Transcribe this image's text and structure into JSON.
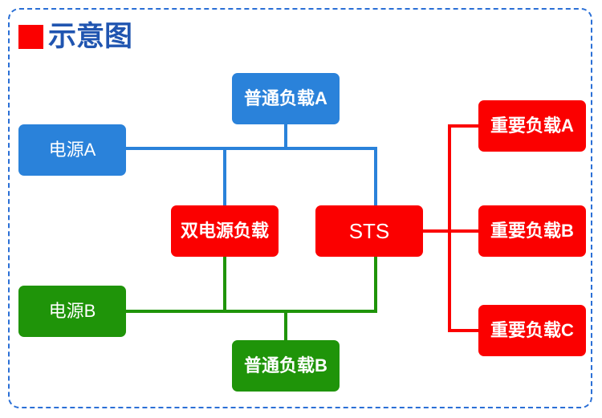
{
  "diagram": {
    "title": "示意图",
    "title_marker": "red-square-marker",
    "frame_style": "dashed-blue-rounded",
    "colors": {
      "blue": "#2a82da",
      "green": "#1f9409",
      "red": "#fb0000",
      "title_text": "#2055b0",
      "frame_border": "#2a6fd6",
      "background": "#ffffff"
    },
    "nodes": {
      "power_a": {
        "label": "电源A",
        "color": "blue"
      },
      "power_b": {
        "label": "电源B",
        "color": "green"
      },
      "normal_load_a": {
        "label": "普通负载A",
        "color": "blue"
      },
      "normal_load_b": {
        "label": "普通负载B",
        "color": "green"
      },
      "dual_power_load": {
        "label": "双电源负载",
        "color": "red"
      },
      "sts": {
        "label": "STS",
        "color": "red"
      },
      "key_load_a": {
        "label": "重要负载A",
        "color": "red"
      },
      "key_load_b": {
        "label": "重要负载B",
        "color": "red"
      },
      "key_load_c": {
        "label": "重要负载C",
        "color": "red"
      }
    },
    "connections": [
      {
        "from": "power_a",
        "to": "normal_load_a",
        "color": "blue"
      },
      {
        "from": "power_a",
        "to": "dual_power_load",
        "color": "blue"
      },
      {
        "from": "power_a",
        "to": "sts",
        "color": "blue"
      },
      {
        "from": "power_b",
        "to": "normal_load_b",
        "color": "green"
      },
      {
        "from": "power_b",
        "to": "dual_power_load",
        "color": "green"
      },
      {
        "from": "power_b",
        "to": "sts",
        "color": "green"
      },
      {
        "from": "sts",
        "to": "key_load_a",
        "color": "red"
      },
      {
        "from": "sts",
        "to": "key_load_b",
        "color": "red"
      },
      {
        "from": "sts",
        "to": "key_load_c",
        "color": "red"
      }
    ]
  }
}
